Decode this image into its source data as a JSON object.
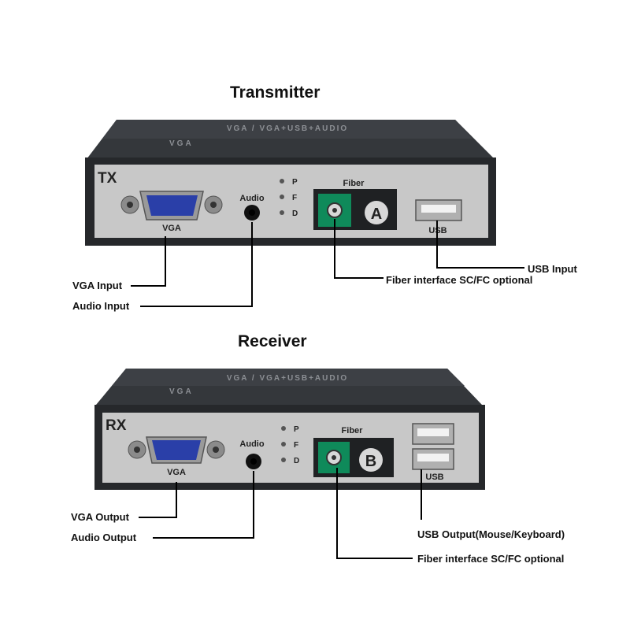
{
  "transmitter": {
    "title": "Transmitter",
    "top_label": "VGA / VGA+USB+AUDIO",
    "top_sub": "VGA",
    "badge": "TX",
    "vga": "VGA",
    "audio": "Audio",
    "leds": [
      "P",
      "F",
      "D"
    ],
    "fiber": "Fiber",
    "port_letter": "A",
    "usb": "USB",
    "callouts": {
      "vga": "VGA Input",
      "audio": "Audio Input",
      "fiber": "Fiber interface SC/FC optional",
      "usb": "USB Input"
    }
  },
  "receiver": {
    "title": "Receiver",
    "top_label": "VGA / VGA+USB+AUDIO",
    "top_sub": "VGA",
    "badge": "RX",
    "vga": "VGA",
    "audio": "Audio",
    "leds": [
      "P",
      "F",
      "D"
    ],
    "fiber": "Fiber",
    "port_letter": "B",
    "usb": "USB",
    "callouts": {
      "vga": "VGA Output",
      "audio": "Audio Output",
      "fiber": "Fiber interface SC/FC optional",
      "usb": "USB Output(Mouse/Keyboard)"
    }
  },
  "colors": {
    "housing": "#2b2d30",
    "panel": "#c9c9c9",
    "vga_blue": "#2a3fa8",
    "fiber_green": "#0f8a5a"
  }
}
